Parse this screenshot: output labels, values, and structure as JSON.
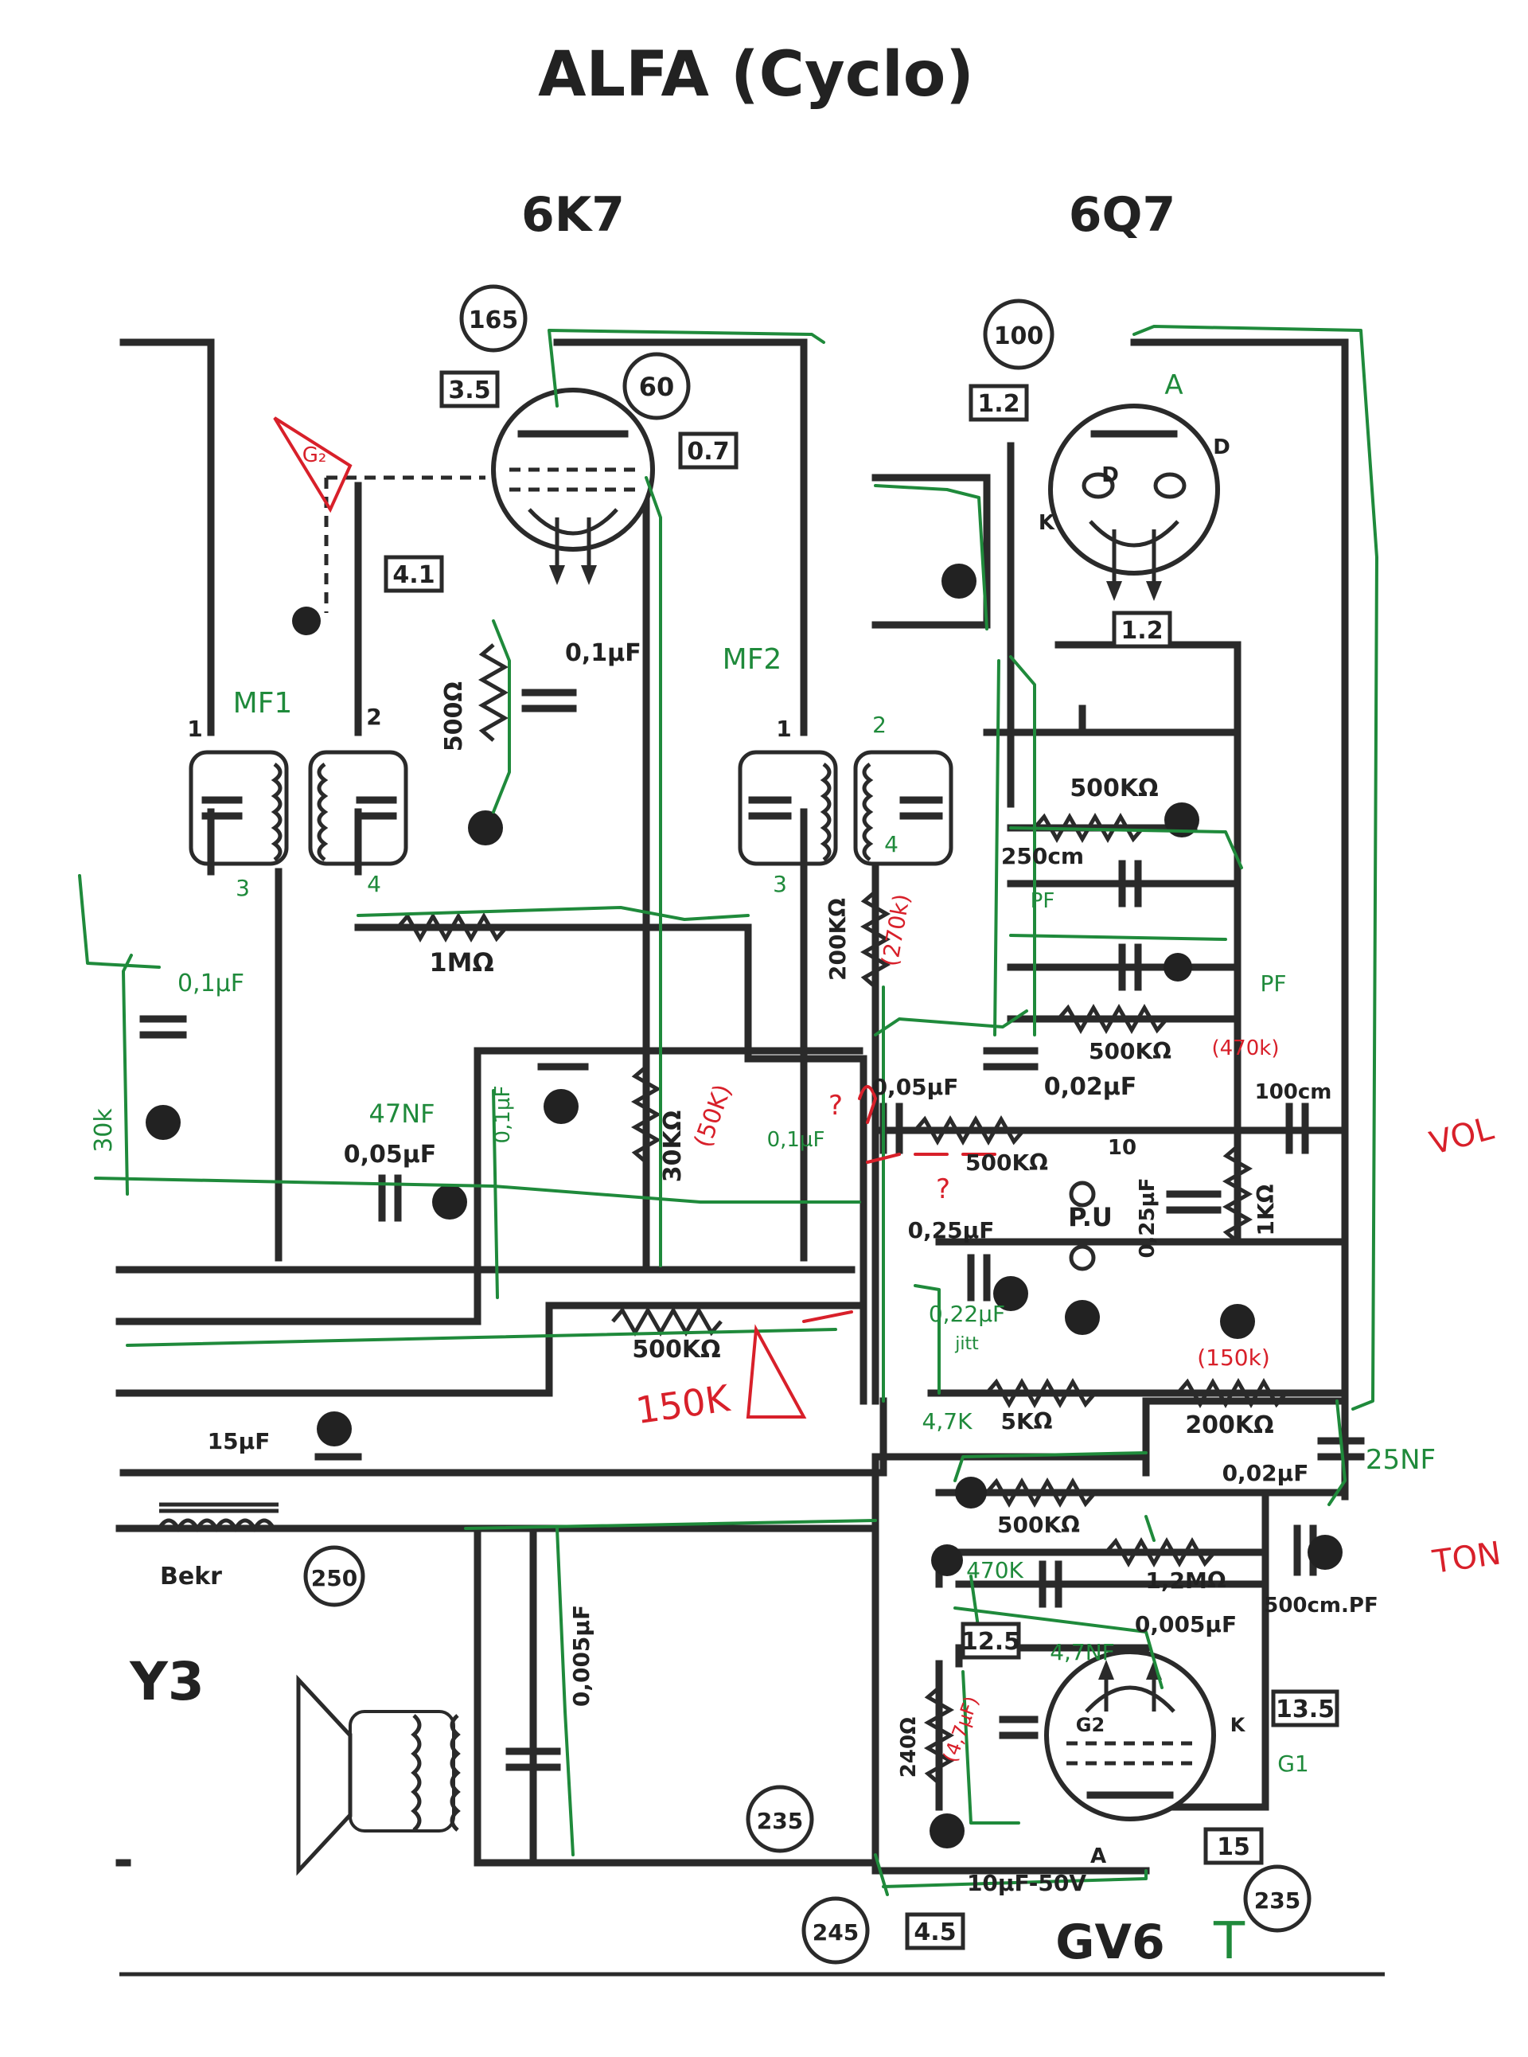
{
  "title": "ALFA (Cyclo)",
  "tubes": {
    "rf": "6K7",
    "det": "6Q7",
    "out": "GV6",
    "out_suffix": "T",
    "rect": "Y3"
  },
  "boxed_values": {
    "v35": "3.5",
    "v07": "0.7",
    "v41": "4.1",
    "v12a": "1.2",
    "v12b": "1.2",
    "v125": "12.5",
    "v135": "13.5",
    "v15": "15",
    "v45": "4.5"
  },
  "circled_values": {
    "c165": "165",
    "c60": "60",
    "c100": "100",
    "c250": "250",
    "c235a": "235",
    "c235b": "235",
    "c245": "245"
  },
  "printed_labels": {
    "r500_cathode": "500Ω",
    "c01_cathode": "0,1µF",
    "r1M": "1MΩ",
    "r30k": "30KΩ",
    "c005": "0,05µF",
    "r200k_mf2": "200KΩ",
    "r500k_a": "500KΩ",
    "c250cm": "250cm",
    "r500k_b": "500KΩ",
    "c005_det": "0,05µF",
    "c002_det": "0,02µF",
    "pot500k": "500KΩ",
    "pin10": "10",
    "c100cm": "100cm",
    "pu": "P.U",
    "c025_a": "0,25µF",
    "c025_b": "0,25µF",
    "r1k": "1KΩ",
    "r500k_c": "500KΩ",
    "r5k": "5KΩ",
    "r200k_b": "200KΩ",
    "c002_b": "0,02µF",
    "r500k_d": "500KΩ",
    "r12M": "1,2MΩ",
    "c500cm": "500cm.PF",
    "c0005": "0,005µF",
    "r240": "240Ω",
    "c10uf": "10µF-50V",
    "c0005_out": "0,005µF",
    "c15uf": "15µF",
    "bekr": "Bekr",
    "pin_a_out": "A",
    "pin_g2": "G2",
    "pin_k_out": "K",
    "pin_a_det": "A",
    "pin_d1": "D",
    "pin_d2": "D",
    "pin_k_det": "K"
  },
  "annotations_green": {
    "mf1": "MF1",
    "mf2": "MF2",
    "p1a": "1",
    "p2a": "2",
    "p3a": "3",
    "p4a": "4",
    "p1b": "1",
    "p2b": "2",
    "p3b": "3",
    "p4b": "4",
    "c01_left": "0,1µF",
    "c47nf": "47NF",
    "c01_mid": "0,1µF",
    "r30k_left": "30k",
    "pf1": "PF",
    "pf2": "PF",
    "r4k7": "4,7K",
    "c022": "0,22µF",
    "c25nf": "25NF",
    "r470k": "470K",
    "c47nf_b": "4,7NF",
    "g1": "G1",
    "jitter": "jitt",
    "c01_cath": "0,1µF"
  },
  "annotations_red": {
    "r270k": "(270k)",
    "r50k": "(50K)",
    "r470k_red": "(470k)",
    "r150k_a": "(150k)",
    "r150k_b": "150K",
    "vol": "VOL",
    "ton": "TON",
    "q1": "?",
    "q2": "?",
    "g2red": "G₂",
    "c47uf": "(4,7µF)"
  },
  "colors": {
    "ink": "#2a2a2a",
    "green": "#1f8a3b",
    "red": "#d8202a"
  }
}
